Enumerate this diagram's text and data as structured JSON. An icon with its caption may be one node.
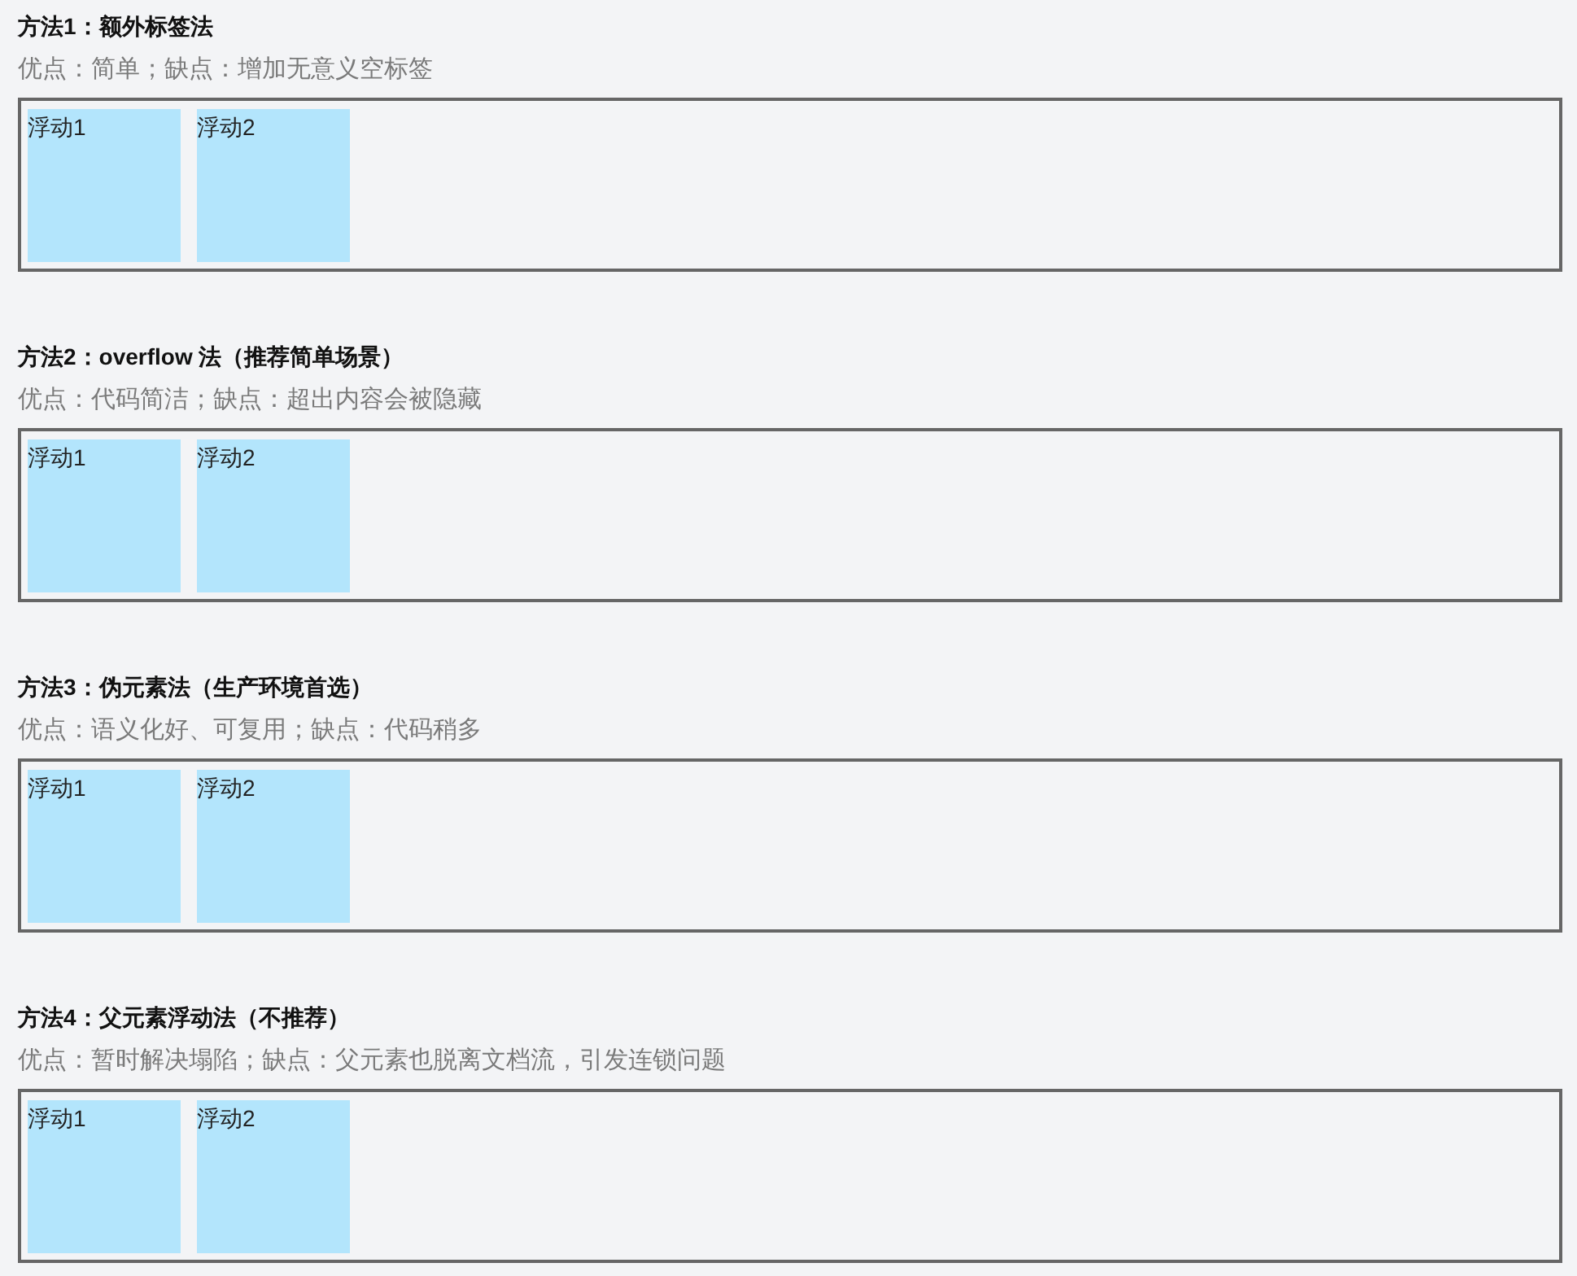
{
  "diagram": {
    "nodes": [
      {
        "text": [
          "方法1：额外标签法",
          "优点：简单；缺点：增加无意义空标签"
        ]
      },
      {
        "text": [
          "浮动1"
        ],
        "in": 0
      },
      {
        "text": [
          "浮动2"
        ],
        "in": 0
      },
      {
        "text": [
          "方法2：overflow 法（推荐简单场景）",
          "优点：代码简洁；缺点：超出内容会被隐藏"
        ]
      },
      {
        "text": [
          "浮动1"
        ],
        "in": 3
      },
      {
        "text": [
          "浮动2"
        ],
        "in": 3
      },
      {
        "text": [
          "方法3：伪元素法（生产环境首选）",
          "优点：语义化好、可复用；缺点：代码稍多"
        ]
      },
      {
        "text": [
          "浮动1"
        ],
        "in": 6
      },
      {
        "text": [
          "浮动2"
        ],
        "in": 6
      },
      {
        "text": [
          "方法4：父元素浮动法（不推荐）",
          "优点：暂时解决塌陷；缺点：父元素也脱离文档流，引发连锁问题"
        ]
      },
      {
        "text": [
          "浮动1"
        ],
        "in": 9
      },
      {
        "text": [
          "浮动2"
        ],
        "in": 9
      }
    ]
  }
}
